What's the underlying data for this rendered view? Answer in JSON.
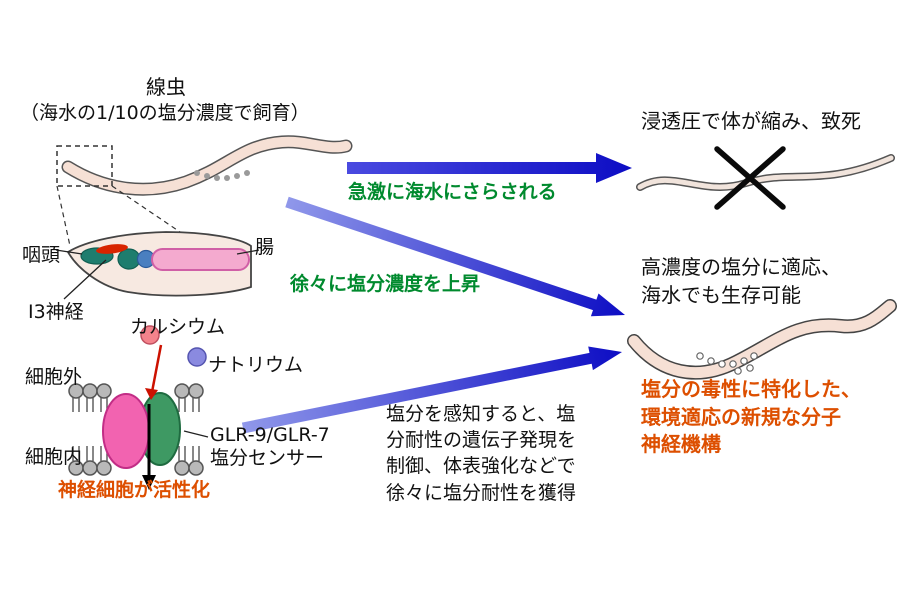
{
  "top_left": {
    "worm_label": "線虫",
    "rearing_note": "（海水の1/10の塩分濃度で飼育）"
  },
  "anatomy": {
    "pharynx": "咽頭",
    "intestine": "腸",
    "i3_neuron": "I3神経"
  },
  "cell": {
    "calcium": "カルシウム",
    "sodium": "ナトリウム",
    "extracellular": "細胞外",
    "intracellular": "細胞内",
    "sensor_name": "GLR-9/GLR-7",
    "sensor_type": "塩分センサー",
    "activation": "神経細胞が活性化"
  },
  "arrows": {
    "sudden": "急激に海水にさらされる",
    "gradual": "徐々に塩分濃度を上昇"
  },
  "outcomes": {
    "death": "浸透圧で体が縮み、致死",
    "adaptation": "高濃度の塩分に適応、\n海水でも生存可能",
    "mechanism": "塩分の毒性に特化した、\n環境適応の新規な分子\n神経機構",
    "process": "塩分を感知すると、塩\n分耐性の遺伝子発現を\n制御、体表強化などで\n徐々に塩分耐性を獲得"
  },
  "colors": {
    "arrow_blue": "#1b1bcf",
    "arrow_blue_light": "#9098ea",
    "green_label": "#008a2e",
    "orange_label": "#dd4f00",
    "worm_fill": "#f6e0d5",
    "worm_outline": "#555555",
    "calcium_pink": "#f4838c",
    "sodium_purple": "#8a8ae0",
    "channel_pink": "#f263b0",
    "channel_green": "#3e9963",
    "intestine_pink": "#f4aacf",
    "pharynx_teal": "#1e7d6e",
    "neuron_red": "#d82400",
    "nucleus_blue": "#4a7fc0"
  }
}
